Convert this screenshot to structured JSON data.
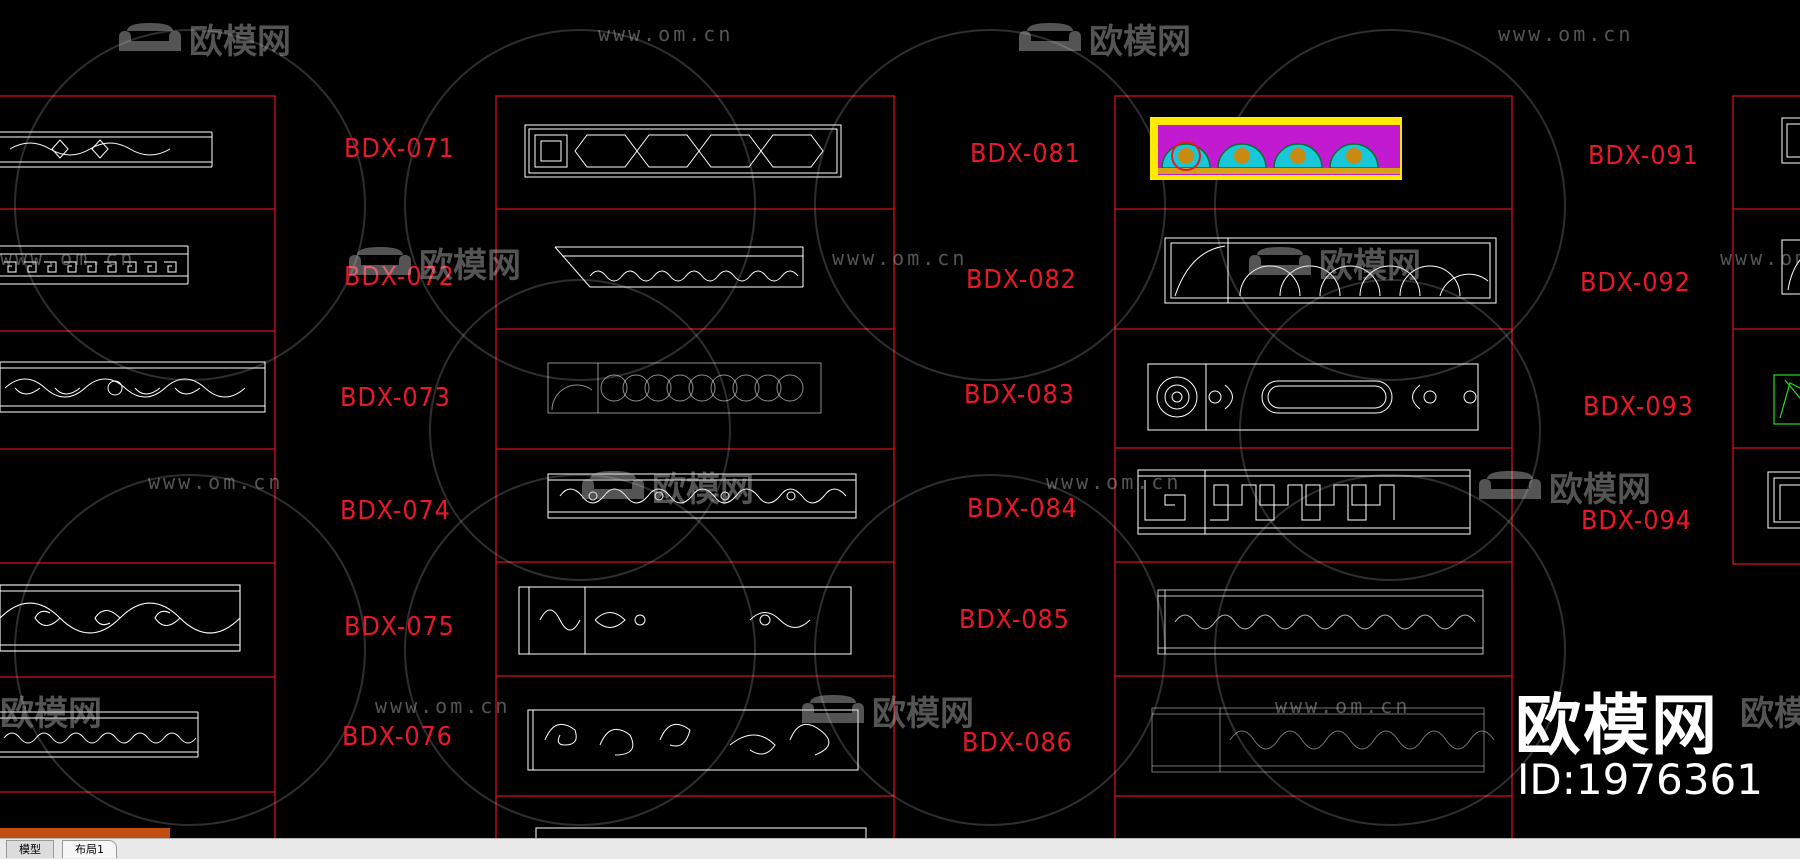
{
  "watermark": {
    "logo_text": "欧模网",
    "url_text": "www.om.cn"
  },
  "brand": {
    "name": "欧模网",
    "id_text": "ID:1976361"
  },
  "labels": {
    "bdx071": "BDX-071",
    "bdx072": "BDX-072",
    "bdx073": "BDX-073",
    "bdx074": "BDX-074",
    "bdx075": "BDX-075",
    "bdx076": "BDX-076",
    "bdx081": "BDX-081",
    "bdx082": "BDX-082",
    "bdx083": "BDX-083",
    "bdx084": "BDX-084",
    "bdx085": "BDX-085",
    "bdx086": "BDX-086",
    "bdx091": "BDX-091",
    "bdx092": "BDX-092",
    "bdx093": "BDX-093",
    "bdx094": "BDX-094"
  },
  "tabs": {
    "model": "模型",
    "layout": "布局1"
  },
  "colors": {
    "background": "#000000",
    "grid_line": "#d4101e",
    "label": "#e8182a",
    "drawing": "#ffffff",
    "accent_yellow": "#ffea00",
    "accent_cyan": "#19c8d8",
    "accent_magenta": "#c21ad0",
    "accent_green": "#22dd22"
  }
}
